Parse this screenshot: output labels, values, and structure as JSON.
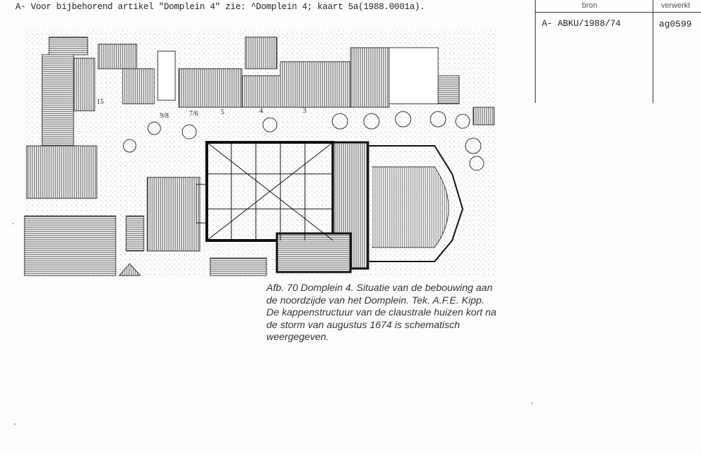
{
  "header_note": "A- Voor bijbehorend artikel \"Domplein 4\" zie: ^Domplein 4; kaart 5a(1988.0001a).",
  "source_table": {
    "columns": [
      "bron",
      "verwerkt"
    ],
    "row": {
      "bron": "A- ABKU/1988/74",
      "verwerkt": "ag0599"
    }
  },
  "map": {
    "plot_labels": [
      "15",
      "4",
      "3",
      "5",
      "7/6",
      "9/8"
    ]
  },
  "caption": "Afb. 70  Domplein 4. Situatie van de bebouwing aan de noordzijde van het Domplein. Tek. A.F.E. Kipp. De kappenstructuur van de claustrale huizen kort na de storm van augustus 1674 is schematisch weergegeven."
}
